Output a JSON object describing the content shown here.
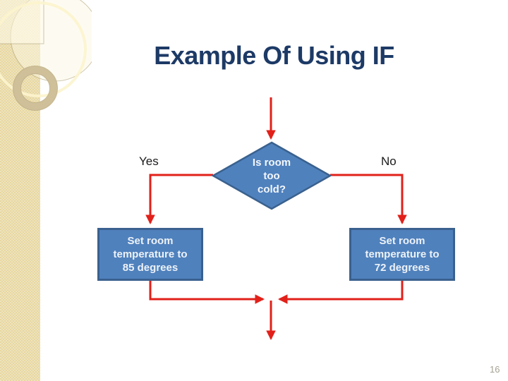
{
  "slide": {
    "title": "Example Of Using IF",
    "page_number": "16"
  },
  "flowchart": {
    "type": "flowchart",
    "decision": {
      "label": "Is room too cold?",
      "lines": [
        "Is room",
        "too",
        "cold?"
      ]
    },
    "yes_label": "Yes",
    "no_label": "No",
    "left_box": {
      "label": "Set room temperature to 85 degrees",
      "lines": [
        "Set room",
        "temperature to",
        "85 degrees"
      ]
    },
    "right_box": {
      "label": "Set room temperature to 72 degrees",
      "lines": [
        "Set room",
        "temperature to",
        "72 degrees"
      ]
    },
    "edges": [
      "start -> decision",
      "decision -Yes-> left_box",
      "decision -No-> right_box",
      "left_box -> merge",
      "right_box -> merge",
      "merge -> end"
    ]
  },
  "colors": {
    "arrow_red": "#e2201a",
    "shape_fill_blue": "#4f81bd",
    "shape_border_blue": "#3a618e",
    "title_navy": "#1d3a66",
    "sidebar_tan": "#e7d7a0",
    "background": "#ffffff"
  }
}
